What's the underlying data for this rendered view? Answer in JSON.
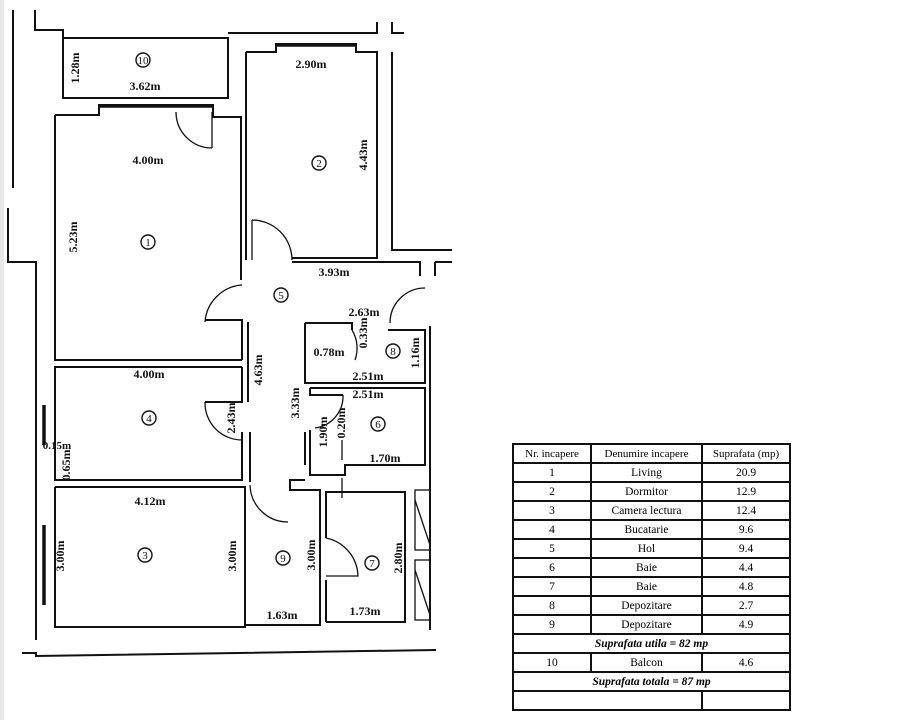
{
  "rooms": [
    {
      "num": "1",
      "label_dims": [
        "4.00m",
        "5.23m"
      ]
    },
    {
      "num": "2",
      "label_dims": [
        "2.90m",
        "4.43m"
      ]
    },
    {
      "num": "3",
      "label_dims": [
        "4.12m",
        "3.00m",
        "3.00m"
      ]
    },
    {
      "num": "4",
      "label_dims": [
        "4.00m",
        "2.43m",
        "0.15m",
        "0.65m"
      ]
    },
    {
      "num": "5",
      "label_dims": [
        "3.93m",
        "4.63m",
        "3.33m"
      ]
    },
    {
      "num": "6",
      "label_dims": [
        "2.51m",
        "1.70m",
        "1.90m",
        "0.20m"
      ]
    },
    {
      "num": "7",
      "label_dims": [
        "1.73m",
        "2.80m"
      ]
    },
    {
      "num": "8",
      "label_dims": [
        "2.63m",
        "0.78m",
        "0.33m",
        "1.16m",
        "2.51m"
      ]
    },
    {
      "num": "9",
      "label_dims": [
        "1.63m",
        "3.00m"
      ]
    },
    {
      "num": "10",
      "label_dims": [
        "3.62m",
        "1.28m"
      ]
    }
  ],
  "table": {
    "headers": [
      "Nr. incapere",
      "Denumire incapere",
      "Suprafata (mp)"
    ],
    "rows": [
      [
        "1",
        "Living",
        "20.9"
      ],
      [
        "2",
        "Dormitor",
        "12.9"
      ],
      [
        "3",
        "Camera lectura",
        "12.4"
      ],
      [
        "4",
        "Bucatarie",
        "9.6"
      ],
      [
        "5",
        "Hol",
        "9.4"
      ],
      [
        "6",
        "Baie",
        "4.4"
      ],
      [
        "7",
        "Baie",
        "4.8"
      ],
      [
        "8",
        "Depozitare",
        "2.7"
      ],
      [
        "9",
        "Depozitare",
        "4.9"
      ]
    ],
    "useful_total": "Suprafata utila = 82 mp",
    "balcony_row": [
      "10",
      "Balcon",
      "4.6"
    ],
    "grand_total": "Suprafata totala = 87 mp"
  }
}
